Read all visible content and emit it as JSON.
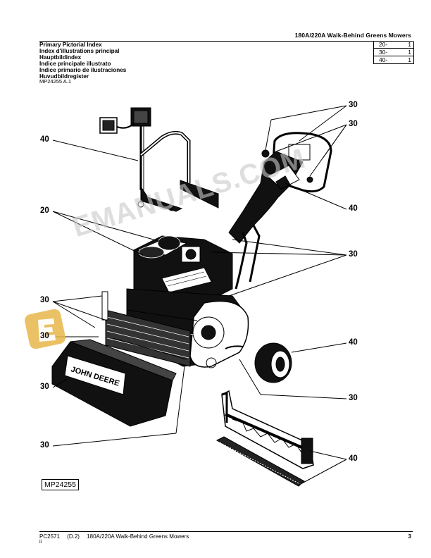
{
  "header": {
    "title": "180A/220A Walk-Behind Greens Mowers"
  },
  "index_titles": [
    "Primary Pictorial Index",
    "Index d'illustrations principal",
    "Hauptbildindex",
    "Indice principale illustrato",
    "Indice primario de ilustraciones",
    "Huvudbildregister"
  ],
  "page_refs": [
    {
      "group": "20-",
      "page": "1"
    },
    {
      "group": "30-",
      "page": "1"
    },
    {
      "group": "40-",
      "page": "1"
    }
  ],
  "figure_ref": "MP24255 A.1",
  "figure_id": "MP24255",
  "callouts": {
    "c1": "40",
    "c2": "20",
    "c3": "30",
    "c4": "30",
    "c5": "30",
    "c6": "30",
    "c7": "30",
    "c8": "30",
    "c9": "40",
    "c10": "30",
    "c11": "40",
    "c12": "30",
    "c13": "40"
  },
  "decal_text": "JOHN DEERE",
  "watermark": "EMANUALS.COM",
  "footer": {
    "doc": "PC2571",
    "rev": "(D.2)",
    "title": "180A/220A Walk-Behind Greens Mowers",
    "page": "3",
    "sub": "ii"
  },
  "colors": {
    "ink": "#000000",
    "watermark": "#c9c9c9",
    "badge": "#e8b64a"
  }
}
